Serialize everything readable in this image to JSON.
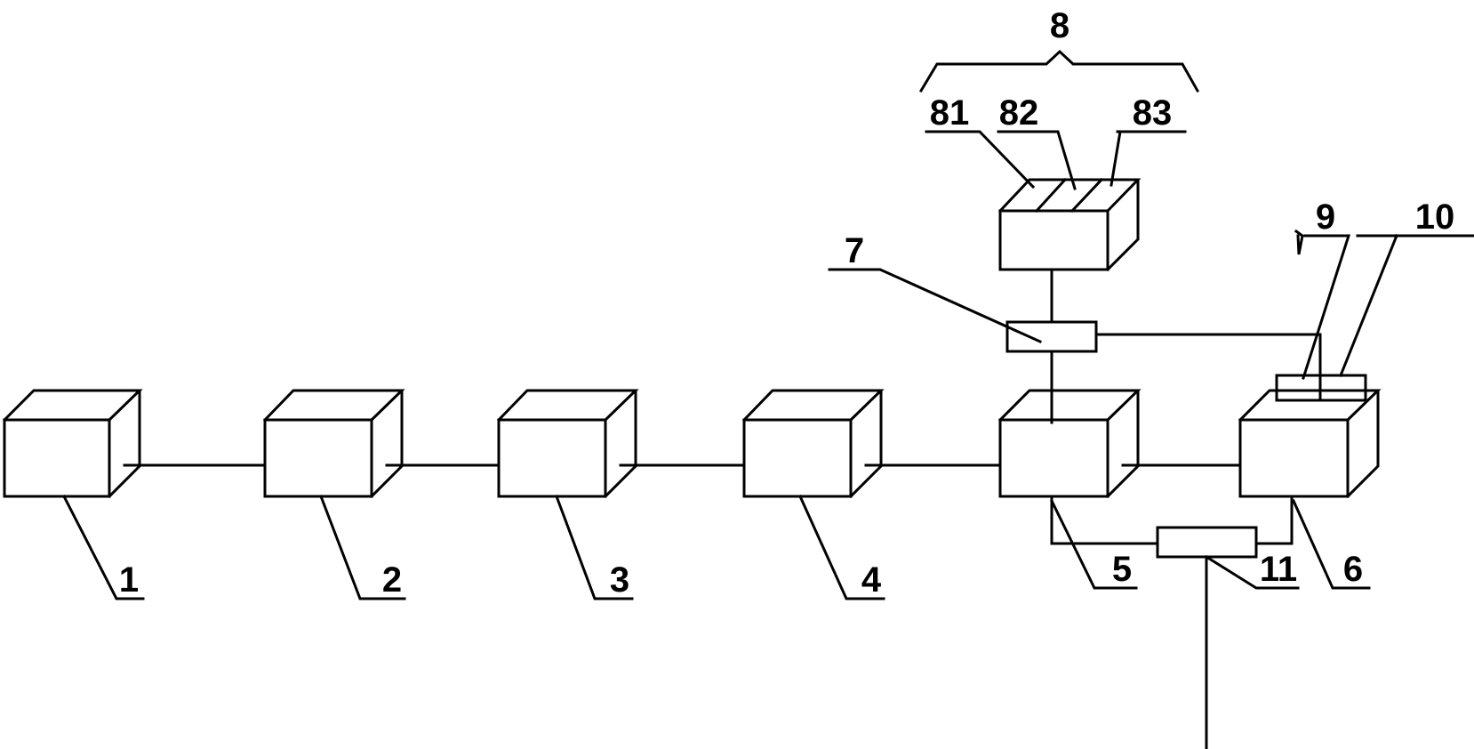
{
  "diagram": {
    "colors": {
      "stroke": "#000000",
      "background": "#ffffff"
    },
    "labels": {
      "l1": "1",
      "l2": "2",
      "l3": "3",
      "l4": "4",
      "l5": "5",
      "l6": "6",
      "l7": "7",
      "l8": "8",
      "l81": "81",
      "l82": "82",
      "l83": "83",
      "l9": "9",
      "l10": "10",
      "l11": "11"
    },
    "components": [
      "block-1",
      "block-2",
      "block-3",
      "block-4",
      "block-5",
      "block-6",
      "block-7",
      "block-8",
      "block-9",
      "block-10",
      "block-11"
    ]
  }
}
